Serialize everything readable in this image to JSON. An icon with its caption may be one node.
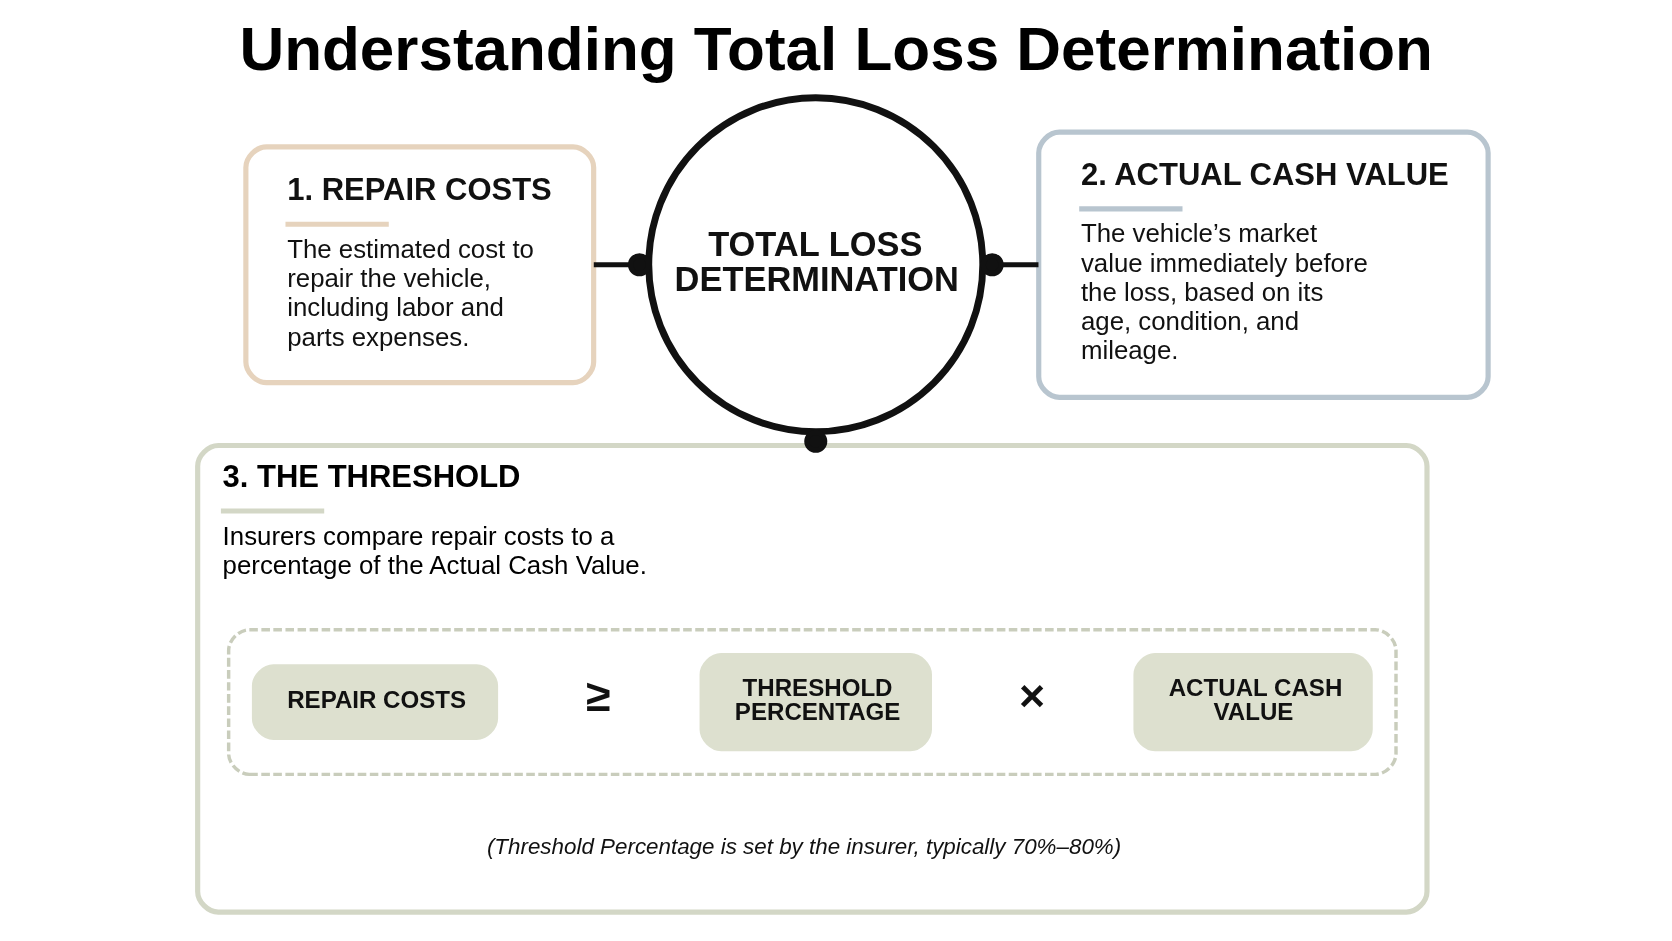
{
  "diagram": {
    "title": "Understanding Total Loss Determination",
    "nodes": [
      {
        "text": [
          "TOTAL LOSS DETERMINATION"
        ]
      },
      {
        "text": [
          "1. REPAIR COSTS",
          "The estimated cost to repair the vehicle, including labor and parts expenses."
        ]
      },
      {
        "text": [
          "2. ACTUAL CASH VALUE",
          "The vehicle’s market value immediately before the loss, based on its age, condition, and mileage."
        ]
      },
      {
        "text": [
          "3. THE THRESHOLD",
          "Insurers compare repair costs to a percentage of the Actual Cash Value."
        ]
      },
      {
        "text": [],
        "shape": "box",
        "in": 3
      },
      {
        "text": [
          "REPAIR COSTS"
        ],
        "in": 4
      },
      {
        "text": [
          "THRESHOLD PERCENTAGE"
        ],
        "in": 4
      },
      {
        "text": [
          "ACTUAL CASH VALUE"
        ],
        "in": 4
      }
    ],
    "edges": [
      {
        "from": 1,
        "to": 0,
        "arrow": "other"
      },
      {
        "from": 0,
        "to": 2,
        "arrow": "other"
      },
      {
        "from": 0,
        "to": 3,
        "arrow": "other"
      }
    ],
    "labels": [
      "≥",
      "×",
      "(Threshold Percentage is set by the insurer, typically 70%–80%)"
    ]
  }
}
